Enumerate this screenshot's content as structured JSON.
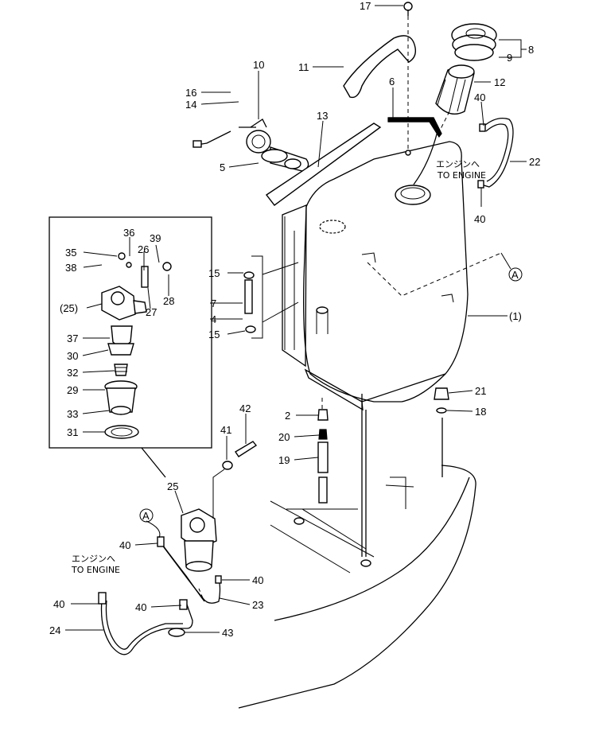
{
  "labels": {
    "l17": "17",
    "l8": "8",
    "l9": "9",
    "l11": "11",
    "l10": "10",
    "l12": "12",
    "l6": "6",
    "l16": "16",
    "l14": "14",
    "l40a": "40",
    "l13": "13",
    "l5": "5",
    "l22": "22",
    "l40b": "40",
    "lA1": "A",
    "l1": "(1)",
    "l15a": "15",
    "l7": "7",
    "l4": "4",
    "l15b": "15",
    "l36": "36",
    "l35": "35",
    "l38": "38",
    "l26": "26",
    "l39": "39",
    "l28": "28",
    "l25p": "(25)",
    "l27": "27",
    "l37": "37",
    "l30": "30",
    "l32": "32",
    "l29": "29",
    "l33": "33",
    "l31": "31",
    "l21": "21",
    "l18": "18",
    "l2": "2",
    "l20": "20",
    "l19": "19",
    "l42": "42",
    "l41": "41",
    "l25": "25",
    "lA2": "A",
    "l40c": "40",
    "l40d": "40",
    "l40e": "40",
    "l40f": "40",
    "l23": "23",
    "l24": "24",
    "l43": "43"
  },
  "notes": {
    "engine_jp_top": "エンジンへ",
    "engine_en_top": "TO ENGINE",
    "engine_jp_bottom": "エンジンへ",
    "engine_en_bottom": "TO ENGINE"
  }
}
